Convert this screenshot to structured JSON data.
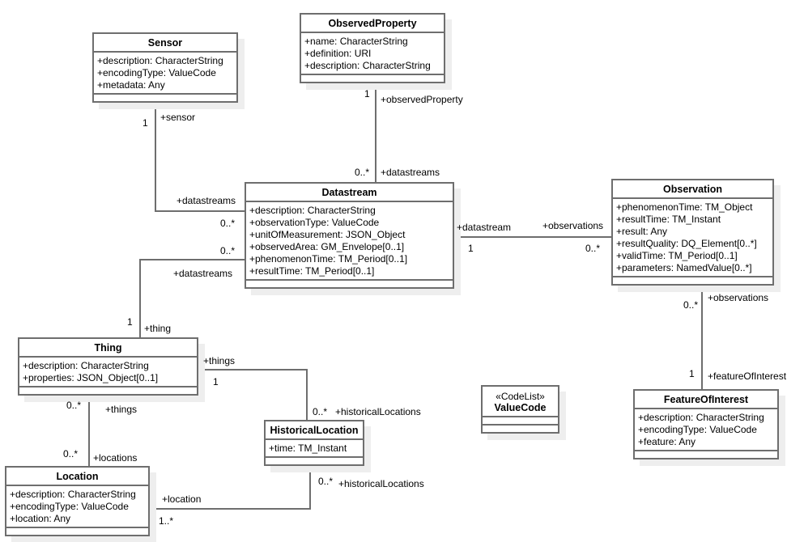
{
  "diagram": {
    "classes": {
      "sensor": {
        "name": "Sensor",
        "attributes": [
          "+description: CharacterString",
          "+encodingType: ValueCode",
          "+metadata: Any"
        ]
      },
      "observed_property": {
        "name": "ObservedProperty",
        "attributes": [
          "+name: CharacterString",
          "+definition: URI",
          "+description: CharacterString"
        ]
      },
      "datastream": {
        "name": "Datastream",
        "attributes": [
          "+description: CharacterString",
          "+observationType: ValueCode",
          "+unitOfMeasurement: JSON_Object",
          "+observedArea: GM_Envelope[0..1]",
          "+phenomenonTime: TM_Period[0..1]",
          "+resultTime: TM_Period[0..1]"
        ]
      },
      "observation": {
        "name": "Observation",
        "attributes": [
          "+phenomenonTime: TM_Object",
          "+resultTime: TM_Instant",
          "+result: Any",
          "+resultQuality: DQ_Element[0..*]",
          "+validTime: TM_Period[0..1]",
          "+parameters: NamedValue[0..*]"
        ]
      },
      "thing": {
        "name": "Thing",
        "attributes": [
          "+description: CharacterString",
          "+properties: JSON_Object[0..1]"
        ]
      },
      "historical_location": {
        "name": "HistoricalLocation",
        "attributes": [
          "+time: TM_Instant"
        ]
      },
      "location": {
        "name": "Location",
        "attributes": [
          "+description: CharacterString",
          "+encodingType: ValueCode",
          "+location: Any"
        ]
      },
      "feature_of_interest": {
        "name": "FeatureOfInterest",
        "attributes": [
          "+description: CharacterString",
          "+encodingType: ValueCode",
          "+feature: Any"
        ]
      },
      "value_code": {
        "stereotype": "«CodeList»",
        "name": "ValueCode",
        "attributes": []
      }
    },
    "associations": {
      "sensor_datastream": {
        "sensor_mult": "1",
        "sensor_role": "+sensor",
        "datastream_mult": "0..*",
        "datastream_role": "+datastreams"
      },
      "observedproperty_datastream": {
        "op_mult": "1",
        "op_role": "+observedProperty",
        "datastream_mult": "0..*",
        "datastream_role": "+datastreams"
      },
      "datastream_observation": {
        "datastream_mult": "1",
        "datastream_role": "+datastream",
        "observation_mult": "0..*",
        "observation_role": "+observations"
      },
      "thing_datastream": {
        "thing_mult": "1",
        "thing_role": "+thing",
        "datastream_mult": "0..*",
        "datastream_role": "+datastreams"
      },
      "thing_historicallocation": {
        "thing_mult": "1",
        "thing_role": "+things",
        "hl_mult": "0..*",
        "hl_role": "+historicalLocations"
      },
      "thing_location": {
        "thing_mult": "0..*",
        "thing_role": "+things",
        "location_mult": "0..*",
        "location_role": "+locations"
      },
      "location_historicallocation": {
        "location_mult": "1..*",
        "location_role": "+location",
        "hl_mult": "0..*",
        "hl_role": "+historicalLocations"
      },
      "observation_foi": {
        "observation_mult": "0..*",
        "observation_role": "+observations",
        "foi_mult": "1",
        "foi_role": "+featureOfInterest"
      }
    }
  }
}
